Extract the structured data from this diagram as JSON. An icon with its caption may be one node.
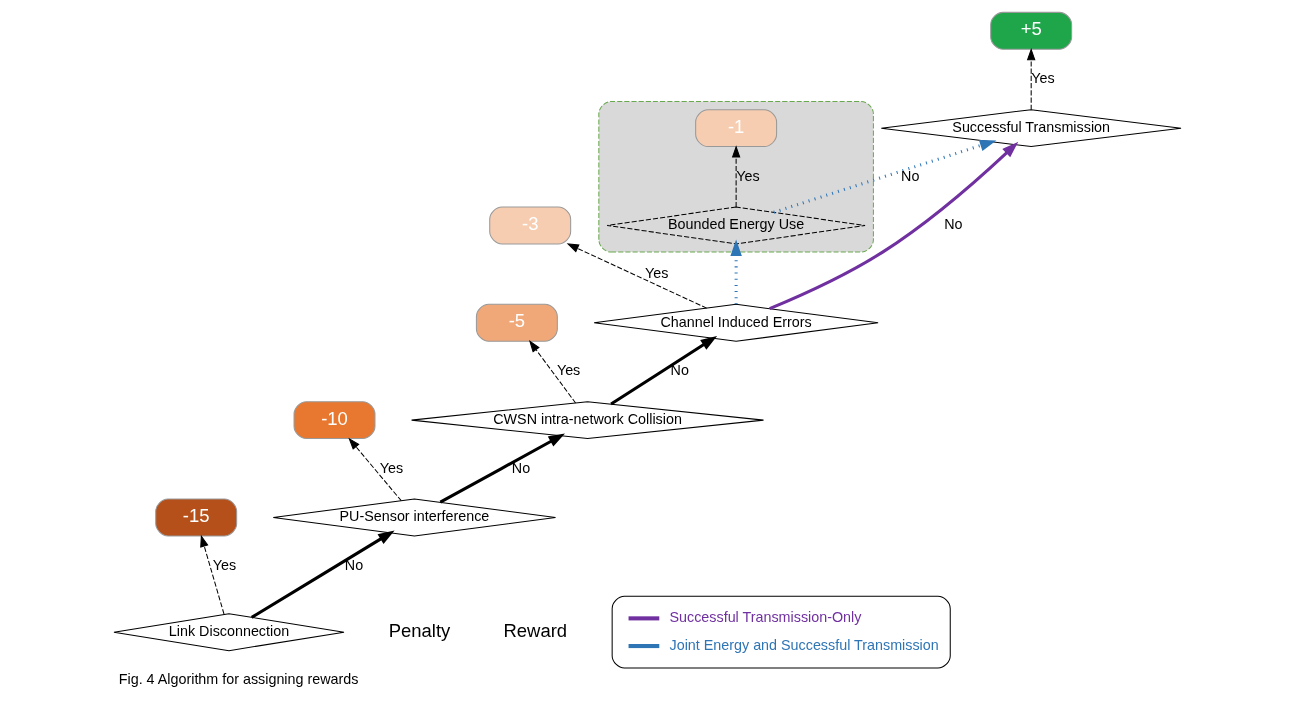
{
  "diagram": {
    "caption": "Fig. 4 Algorithm for assigning rewards",
    "nodes": [
      {
        "text": [
          "-15"
        ]
      },
      {
        "text": [
          "-10"
        ]
      },
      {
        "text": [
          "-5"
        ]
      },
      {
        "text": [
          "-3"
        ]
      },
      {
        "text": [],
        "shape": "octagon"
      },
      {
        "text": [
          "-1"
        ],
        "in": 4
      },
      {
        "text": [
          "Bounded Energy Use"
        ],
        "in": 4
      },
      {
        "text": [
          "+5"
        ]
      },
      {
        "text": [
          "Successful Transmission"
        ]
      },
      {
        "text": [
          "Link Disconnection"
        ]
      },
      {
        "text": [
          "PU-Sensor interference"
        ]
      },
      {
        "text": [
          "CWSN intra-network Collision"
        ]
      },
      {
        "text": [
          "Channel Induced Errors"
        ]
      }
    ],
    "edges": [
      {
        "from": 9,
        "to": 0,
        "arrow": "to",
        "label": "Yes",
        "style": "dashed"
      },
      {
        "from": 9,
        "to": 10,
        "arrow": "to",
        "label": "No",
        "style": "thick"
      },
      {
        "from": 10,
        "to": 1,
        "arrow": "to",
        "label": "Yes",
        "style": "dashed"
      },
      {
        "from": 10,
        "to": 11,
        "arrow": "to",
        "label": "No",
        "style": "thick"
      },
      {
        "from": 11,
        "to": 2,
        "arrow": "to",
        "label": "Yes",
        "style": "dashed"
      },
      {
        "from": 11,
        "to": 12,
        "arrow": "to",
        "label": "No",
        "style": "thick"
      },
      {
        "from": 12,
        "to": 3,
        "arrow": "to",
        "label": "Yes",
        "style": "dashed"
      },
      {
        "from": 12,
        "to": 8,
        "arrow": "to",
        "label": "No",
        "style": "thick",
        "color": "#7030a0"
      },
      {
        "from": 12,
        "to": 6,
        "arrow": "to",
        "style": "dashed",
        "color": "#2e75b6"
      },
      {
        "from": 6,
        "to": 5,
        "arrow": "to",
        "label": "Yes",
        "style": "dashed"
      },
      {
        "from": 6,
        "to": 8,
        "arrow": "to",
        "label": "No",
        "style": "dashed",
        "color": "#2e75b6"
      },
      {
        "from": 8,
        "to": 7,
        "arrow": "to",
        "label": "Yes",
        "style": "dashed"
      }
    ],
    "labels": [
      "Penalty",
      "Reward"
    ],
    "legend": [
      {
        "text": "Successful Transmission-Only"
      },
      {
        "text": "Joint Energy and Successful Transmission"
      }
    ]
  }
}
